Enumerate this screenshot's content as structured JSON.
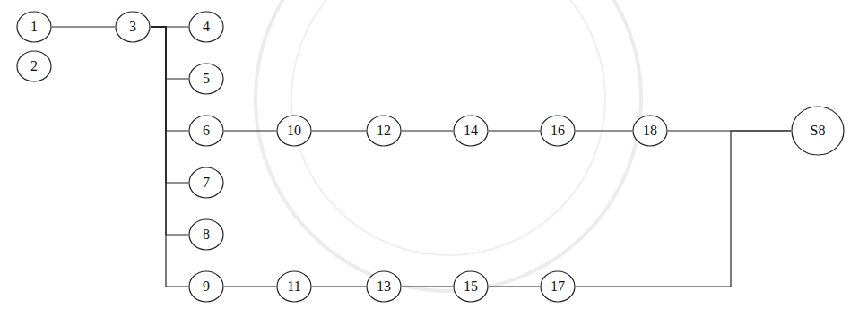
{
  "diagram": {
    "nodes": [
      {
        "text": [
          "1"
        ]
      },
      {
        "text": [
          "2"
        ]
      },
      {
        "text": [
          "3"
        ]
      },
      {
        "text": [
          "4"
        ]
      },
      {
        "text": [
          "5"
        ]
      },
      {
        "text": [
          "6"
        ]
      },
      {
        "text": [
          "7"
        ]
      },
      {
        "text": [
          "8"
        ]
      },
      {
        "text": [
          "9"
        ]
      },
      {
        "text": [
          "10"
        ]
      },
      {
        "text": [
          "11"
        ]
      },
      {
        "text": [
          "12"
        ]
      },
      {
        "text": [
          "13"
        ]
      },
      {
        "text": [
          "14"
        ]
      },
      {
        "text": [
          "15"
        ]
      },
      {
        "text": [
          "16"
        ]
      },
      {
        "text": [
          "17"
        ]
      },
      {
        "text": [
          "18"
        ]
      },
      {
        "text": [
          "S8"
        ]
      }
    ],
    "edges": [
      {
        "from": 0,
        "to": 2,
        "arrow": "none"
      },
      {
        "from": 2,
        "to": 3,
        "arrow": "none"
      },
      {
        "from": 2,
        "to": 4,
        "arrow": "none"
      },
      {
        "from": 2,
        "to": 5,
        "arrow": "none"
      },
      {
        "from": 2,
        "to": 6,
        "arrow": "none"
      },
      {
        "from": 2,
        "to": 7,
        "arrow": "none"
      },
      {
        "from": 2,
        "to": 8,
        "arrow": "none"
      },
      {
        "from": 5,
        "to": 9,
        "arrow": "none"
      },
      {
        "from": 9,
        "to": 11,
        "arrow": "none"
      },
      {
        "from": 11,
        "to": 13,
        "arrow": "none"
      },
      {
        "from": 13,
        "to": 15,
        "arrow": "none"
      },
      {
        "from": 15,
        "to": 17,
        "arrow": "none"
      },
      {
        "from": 17,
        "to": 18,
        "arrow": "none"
      },
      {
        "from": 8,
        "to": 10,
        "arrow": "none"
      },
      {
        "from": 10,
        "to": 12,
        "arrow": "none"
      },
      {
        "from": 12,
        "to": 14,
        "arrow": "none"
      },
      {
        "from": 14,
        "to": 16,
        "arrow": "none"
      },
      {
        "from": 16,
        "to": 18,
        "arrow": "none"
      }
    ]
  }
}
